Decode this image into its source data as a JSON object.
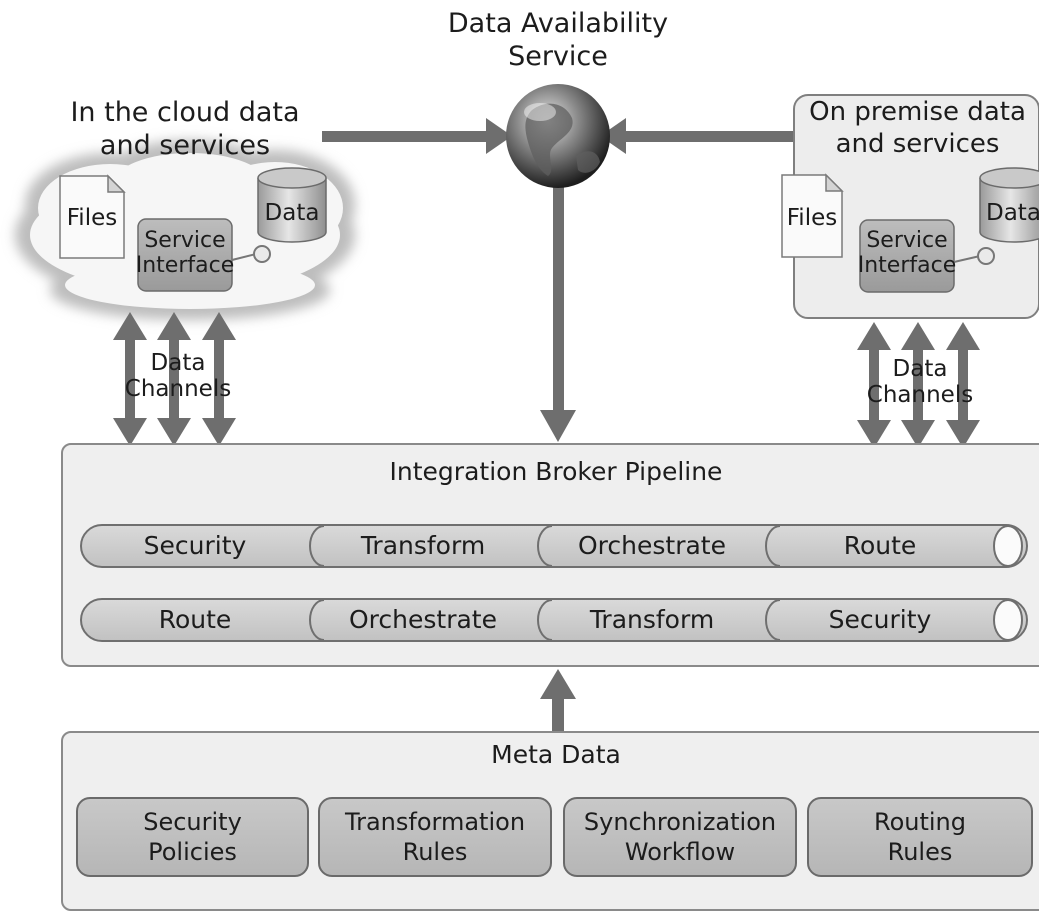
{
  "top": {
    "das_line1": "Data Availability",
    "das_line2": "Service",
    "cloud_title_line1": "In the cloud data",
    "cloud_title_line2": "and services",
    "onprem_title_line1": "On premise data",
    "onprem_title_line2": "and services"
  },
  "cloud": {
    "files": "Files",
    "data": "Data",
    "service_line1": "Service",
    "service_line2": "Interface",
    "channels_line1": "Data",
    "channels_line2": "Channels"
  },
  "onprem": {
    "files": "Files",
    "data": "Data",
    "service_line1": "Service",
    "service_line2": "Interface",
    "channels_line1": "Data",
    "channels_line2": "Channels"
  },
  "pipeline": {
    "title": "Integration Broker Pipeline",
    "row1": [
      "Security",
      "Transform",
      "Orchestrate",
      "Route"
    ],
    "row2": [
      "Route",
      "Orchestrate",
      "Transform",
      "Security"
    ]
  },
  "metadata": {
    "title": "Meta Data",
    "rules": [
      {
        "line1": "Security",
        "line2": "Policies"
      },
      {
        "line1": "Transformation",
        "line2": "Rules"
      },
      {
        "line1": "Synchronization",
        "line2": "Workflow"
      },
      {
        "line1": "Routing",
        "line2": "Rules"
      }
    ]
  }
}
